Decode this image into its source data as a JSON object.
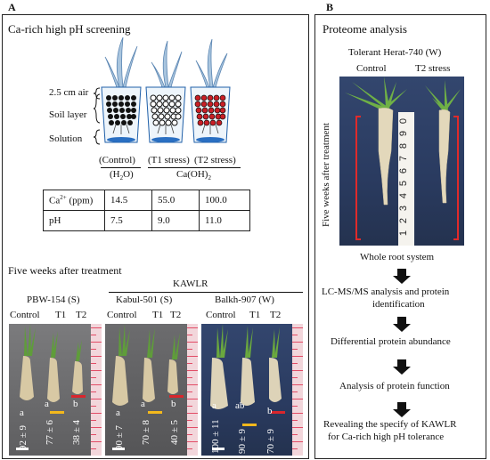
{
  "panels": {
    "A": {
      "letter": "A"
    },
    "B": {
      "letter": "B"
    }
  },
  "panelA": {
    "title": "Ca-rich high pH screening",
    "layers": {
      "air": "2.5 cm air",
      "soil": "Soil layer",
      "solution": "Solution"
    },
    "conditions": {
      "control": "(Control)",
      "control_sub": "(H",
      "control_sub2": "O)",
      "t1": "(T1 stress)",
      "t2": "(T2 stress)",
      "caoh": "Ca(OH)",
      "caoh2": "2",
      "h2o2": "2"
    },
    "table": {
      "rows": [
        {
          "label": "Ca",
          "sup": "2+",
          "unit": " (ppm)",
          "values": [
            "14.5",
            "55.0",
            "100.0"
          ]
        },
        {
          "label": "pH",
          "sup": "",
          "unit": "",
          "values": [
            "7.5",
            "9.0",
            "11.0"
          ]
        }
      ]
    },
    "five_weeks": "Five weeks after treatment",
    "kawlr": "KAWLR",
    "cultivars": [
      {
        "name": "PBW-154 (S)",
        "cols": [
          "Control",
          "T1",
          "T2"
        ],
        "values": [
          "92 ± 9",
          "77 ± 6",
          "38 ± 4"
        ],
        "letters": [
          "a",
          "a",
          "b"
        ]
      },
      {
        "name": "Kabul-501 (S)",
        "cols": [
          "Control",
          "T1",
          "T2"
        ],
        "values": [
          "90 ± 7",
          "70 ± 8",
          "40 ± 5"
        ],
        "letters": [
          "a",
          "a",
          "b"
        ]
      },
      {
        "name": "Balkh-907 (W)",
        "cols": [
          "Control",
          "T1",
          "T2"
        ],
        "values": [
          "100 ± 11",
          "90 ± 9",
          "70 ± 9"
        ],
        "letters": [
          "a",
          "ab",
          "b"
        ]
      }
    ],
    "colors": {
      "t1_bar": "#f3b81c",
      "t2_bar": "#d9262c",
      "scale_bar": "#ffffff"
    }
  },
  "panelB": {
    "title": "Proteome analysis",
    "cultivar": "Tolerant Herat-740 (W)",
    "cols": [
      "Control",
      "T2 stress"
    ],
    "side_label": "Five weeks after treatment",
    "steps": [
      "Whole root system",
      "LC-MS/MS analysis and protein",
      "identification",
      "Differential protein abundance",
      "Analysis of protein function",
      "Revealing the specify of KAWLR",
      "for Ca-rich high pH tolerance"
    ],
    "ruler_digits": [
      "1",
      "2",
      "3",
      "4",
      "5",
      "6",
      "7",
      "8",
      "9",
      "0"
    ]
  }
}
